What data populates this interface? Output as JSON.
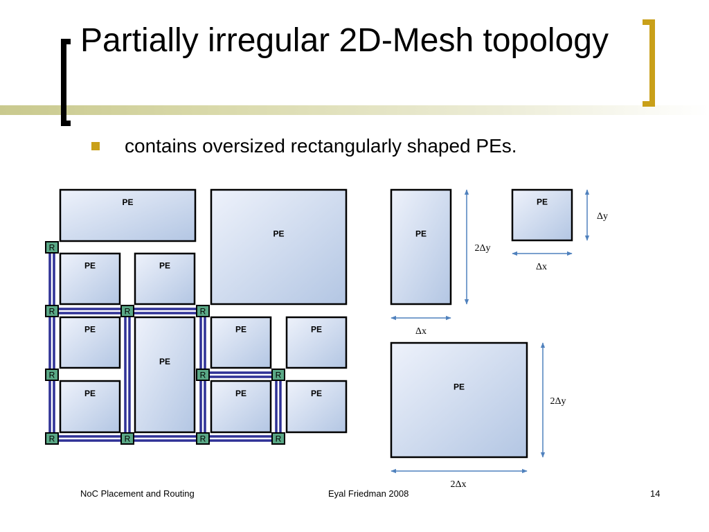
{
  "slide": {
    "title": "Partially irregular 2D-Mesh topology",
    "bullet": "contains oversized rectangularly shaped PEs."
  },
  "diagram": {
    "pe_label": "PE",
    "router_label": "R",
    "legend": {
      "tall": {
        "pe_label": "PE",
        "height_label": "2Δy",
        "width_label": "Δx"
      },
      "small": {
        "pe_label": "PE",
        "height_label": "Δy",
        "width_label": "Δx"
      },
      "large": {
        "pe_label": "PE",
        "height_label": "2Δy",
        "width_label": "2Δx"
      }
    },
    "colors": {
      "pe_light": "#eef2fb",
      "pe_dark": "#b3c6e3",
      "router": "#5aa886",
      "link": "#2f3196",
      "dimension_arrow": "#4f81bd"
    }
  },
  "footer": {
    "left": "NoC Placement and Routing",
    "center": "Eyal Friedman 2008",
    "page_number": "14"
  }
}
